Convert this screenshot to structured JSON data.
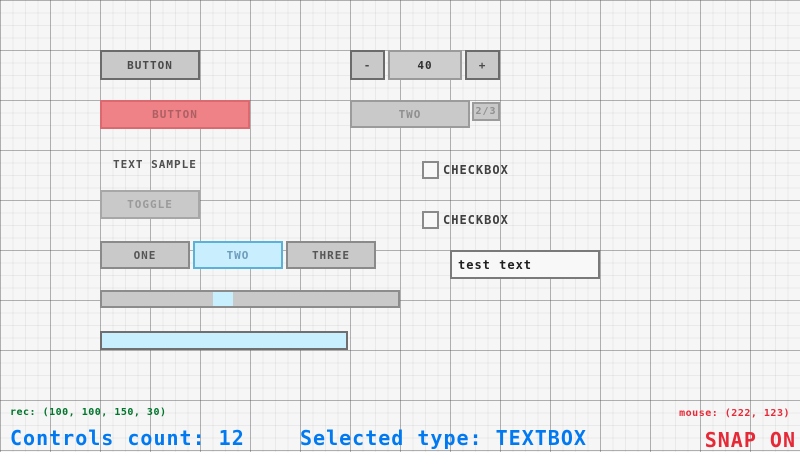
{
  "controls": {
    "button_gray": {
      "label": "BUTTON"
    },
    "button_pink": {
      "label": "BUTTON"
    },
    "text_sample": {
      "label": "TEXT SAMPLE"
    },
    "toggle": {
      "label": "TOGGLE"
    },
    "toggle_group": {
      "items": [
        "ONE",
        "TWO",
        "THREE"
      ],
      "selected": "TWO"
    },
    "spinner": {
      "minus_label": "-",
      "value": "40",
      "plus_label": "+"
    },
    "combo": {
      "selected_label": "TWO",
      "counter": "2/3"
    },
    "checkbox_1": {
      "label": "CHECKBOX",
      "checked": false
    },
    "checkbox_2": {
      "label": "CHECKBOX",
      "checked": false
    },
    "textbox": {
      "value": "test text"
    },
    "slider": {
      "handle_color": "#c8effe"
    },
    "bar": {
      "fill_color": "#c8effe"
    }
  },
  "status": {
    "rec": "rec: (100, 100, 150, 30)",
    "controls_count": "Controls count: 12",
    "selected_type": "Selected type: TEXTBOX",
    "mouse": "mouse: (222, 123)",
    "snap": "SNAP ON"
  },
  "colors": {
    "accent_blue": "#0079f1",
    "status_green": "#00752c",
    "status_red": "#e62937",
    "focus_blue_border": "#5bb2d9",
    "focus_blue_fill": "#c9effe",
    "pink_fill": "#ee8287",
    "gray_fill": "#c9c9c9"
  }
}
